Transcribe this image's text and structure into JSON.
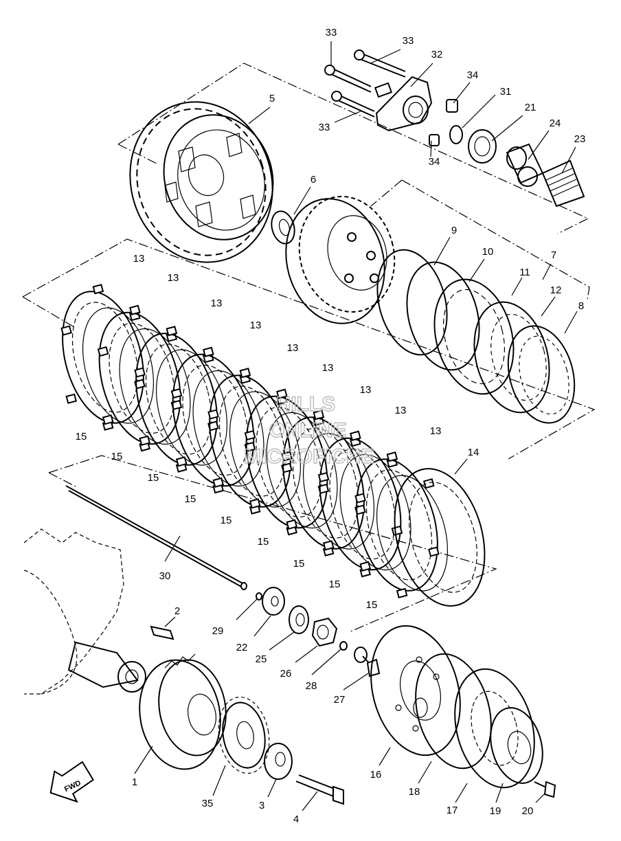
{
  "callouts": [
    {
      "key": "c1",
      "text": "1"
    },
    {
      "key": "c2",
      "text": "2"
    },
    {
      "key": "c3",
      "text": "3"
    },
    {
      "key": "c4",
      "text": "4"
    },
    {
      "key": "c5",
      "text": "5"
    },
    {
      "key": "c6",
      "text": "6"
    },
    {
      "key": "c7",
      "text": "7"
    },
    {
      "key": "c8",
      "text": "8"
    },
    {
      "key": "c9",
      "text": "9"
    },
    {
      "key": "c10",
      "text": "10"
    },
    {
      "key": "c11",
      "text": "11"
    },
    {
      "key": "c12",
      "text": "12"
    },
    {
      "key": "c13",
      "text": "13"
    },
    {
      "key": "c14",
      "text": "14"
    },
    {
      "key": "c15",
      "text": "15"
    },
    {
      "key": "c16",
      "text": "16"
    },
    {
      "key": "c17",
      "text": "17"
    },
    {
      "key": "c18",
      "text": "18"
    },
    {
      "key": "c19",
      "text": "19"
    },
    {
      "key": "c20",
      "text": "20"
    },
    {
      "key": "c21",
      "text": "21"
    },
    {
      "key": "c22",
      "text": "22"
    },
    {
      "key": "c23",
      "text": "23"
    },
    {
      "key": "c24",
      "text": "24"
    },
    {
      "key": "c25",
      "text": "25"
    },
    {
      "key": "c26",
      "text": "26"
    },
    {
      "key": "c27",
      "text": "27"
    },
    {
      "key": "c28",
      "text": "28"
    },
    {
      "key": "c29",
      "text": "29"
    },
    {
      "key": "c30",
      "text": "30"
    },
    {
      "key": "c31",
      "text": "31"
    },
    {
      "key": "c32",
      "text": "32"
    },
    {
      "key": "c33",
      "text": "33"
    },
    {
      "key": "c34",
      "text": "34"
    },
    {
      "key": "c35",
      "text": "35"
    }
  ],
  "fwd_label": "FWD",
  "watermark": {
    "line1": "HILLS",
    "line2": "ONLINE",
    "line3": "MICROFICHE"
  },
  "icons": {
    "fwd_arrow": "fwd-arrow-icon"
  }
}
